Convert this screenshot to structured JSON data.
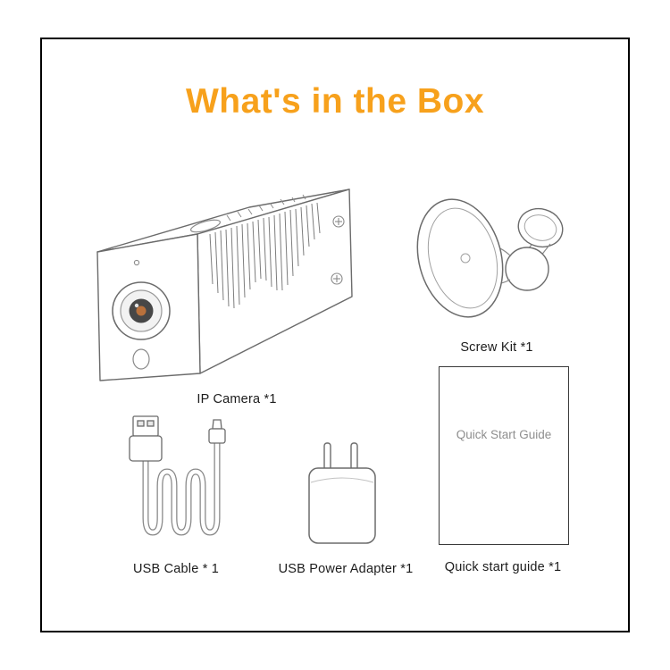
{
  "page": {
    "title": "What's in the Box",
    "title_color": "#F7A11C",
    "border_color": "#000000",
    "background": "#ffffff",
    "line_art_color": "#6b6b6b"
  },
  "items": [
    {
      "id": "ip-camera",
      "caption": "IP Camera *1",
      "illustration": "ip-camera-illustration"
    },
    {
      "id": "screw-kit",
      "caption": "Screw Kit *1",
      "illustration": "screw-kit-illustration"
    },
    {
      "id": "usb-cable",
      "caption": "USB Cable * 1",
      "illustration": "usb-cable-illustration"
    },
    {
      "id": "usb-power-adapter",
      "caption": "USB Power Adapter *1",
      "illustration": "usb-power-adapter-illustration"
    },
    {
      "id": "quick-start-guide",
      "caption": "Quick start guide *1",
      "illustration": "quick-start-guide-cover",
      "cover_text": "Quick Start Guide"
    }
  ]
}
